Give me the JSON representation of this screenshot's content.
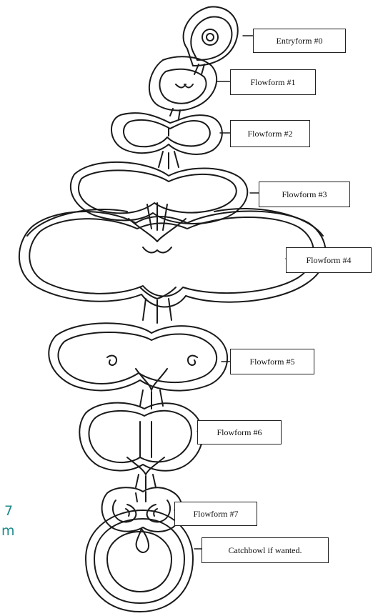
{
  "labels": {
    "entry": "Entryform #0",
    "f1": "Flowform #1",
    "f2": "Flowform #2",
    "f3": "Flowform #3",
    "f4": "Flowform #4",
    "f5": "Flowform #5",
    "f6": "Flowform #6",
    "f7": "Flowform #7",
    "catch": "Catchbowl if wanted."
  },
  "side_text": {
    "line1": "7",
    "line2": "m"
  },
  "colors": {
    "ink": "#1a1a1a",
    "side_text": "#1f8a8a"
  }
}
